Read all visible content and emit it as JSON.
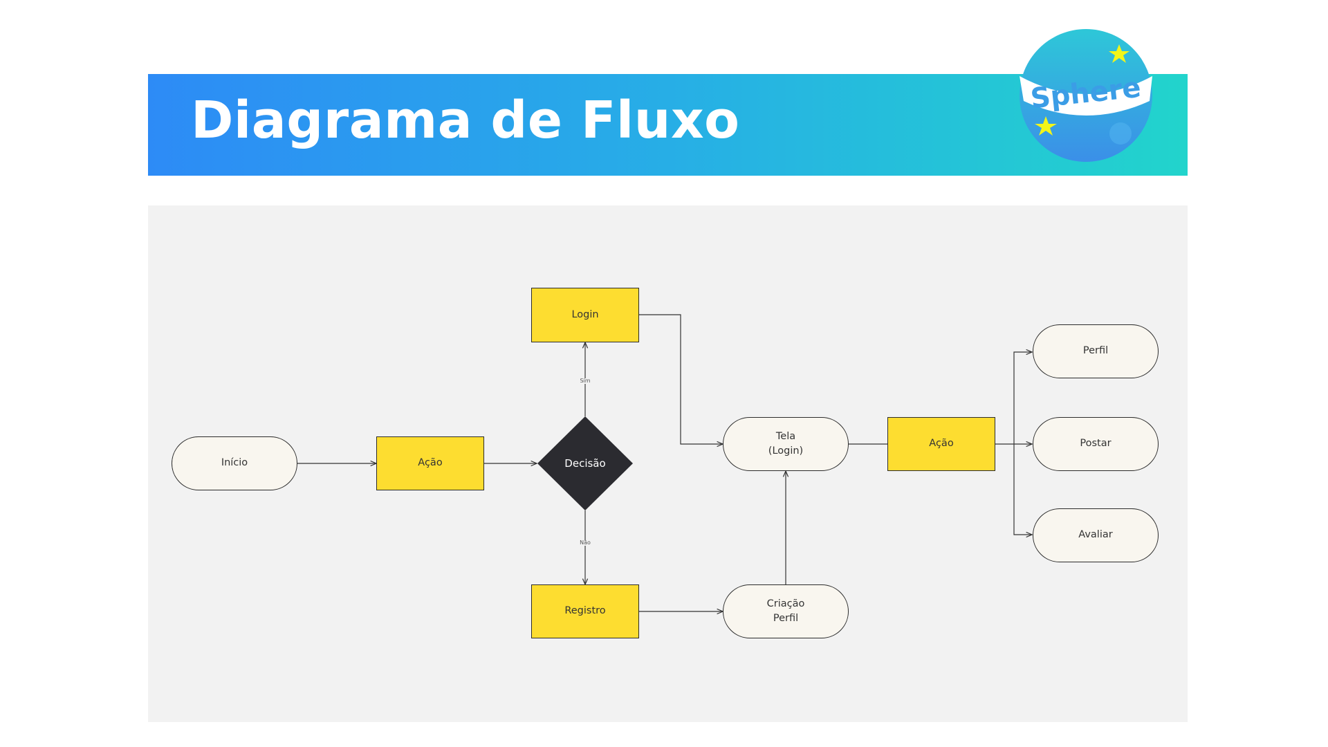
{
  "header": {
    "title": "Diagrama de Fluxo",
    "logo_text": "Sphere"
  },
  "colors": {
    "banner_start": "#2d8bf6",
    "banner_end": "#22d4cc",
    "process_fill": "#fddd30",
    "terminal_fill": "#f9f6ef",
    "decision_fill": "#2b2b30",
    "panel_bg": "#f2f2f2",
    "logo_blue": "#3b9de6",
    "logo_star": "#f2f51a"
  },
  "nodes": {
    "inicio": "Início",
    "acao1": "Ação",
    "decisao": "Decisão",
    "login": "Login",
    "registro": "Registro",
    "tela": "Tela\n(Login)",
    "criacao": "Criação\nPerfil",
    "acao2": "Ação",
    "perfil": "Perfil",
    "postar": "Postar",
    "avaliar": "Avaliar"
  },
  "edges": {
    "sim": "Sim",
    "nao": "Não"
  }
}
